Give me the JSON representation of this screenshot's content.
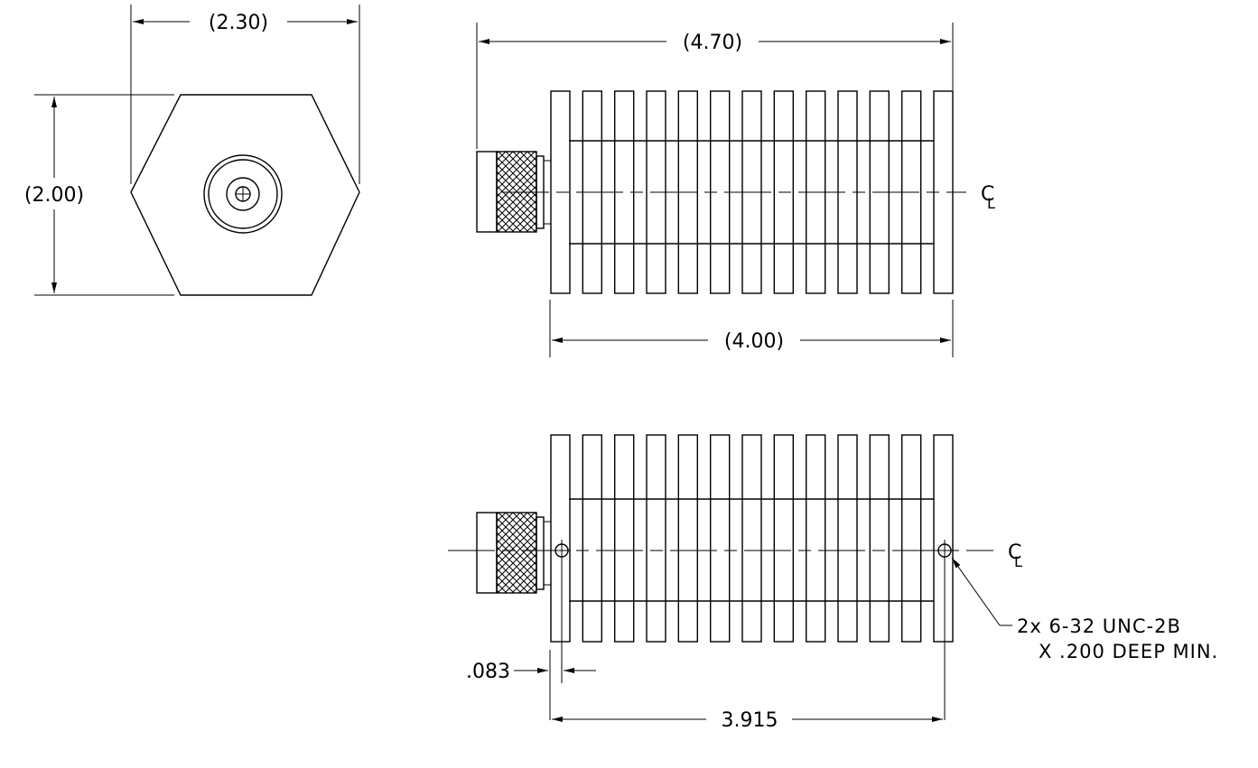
{
  "dimensions": {
    "hex_width": "(2.30)",
    "hex_height": "(2.00)",
    "overall_length": "(4.70)",
    "body_length": "(4.00)",
    "hole_offset": ".083",
    "hole_spacing": "3.915"
  },
  "centerline_symbol": {
    "c": "C",
    "l": "L"
  },
  "callout": {
    "line1": "2x 6-32 UNC-2B",
    "line2": "X .200 DEEP MIN."
  },
  "views": {
    "fin_count": 13
  }
}
